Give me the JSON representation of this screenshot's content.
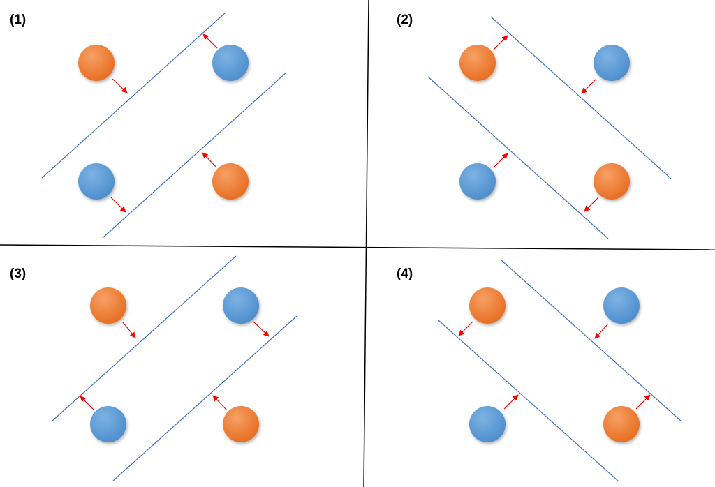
{
  "colors": {
    "orange": "#ED7D31",
    "blue": "#5B9BD5",
    "line": "#4472C4",
    "arrow": "#FF0000",
    "divider": "#000000"
  },
  "quadrants": [
    {
      "label": "(1)"
    },
    {
      "label": "(2)"
    },
    {
      "label": "(3)"
    },
    {
      "label": "(4)"
    }
  ]
}
